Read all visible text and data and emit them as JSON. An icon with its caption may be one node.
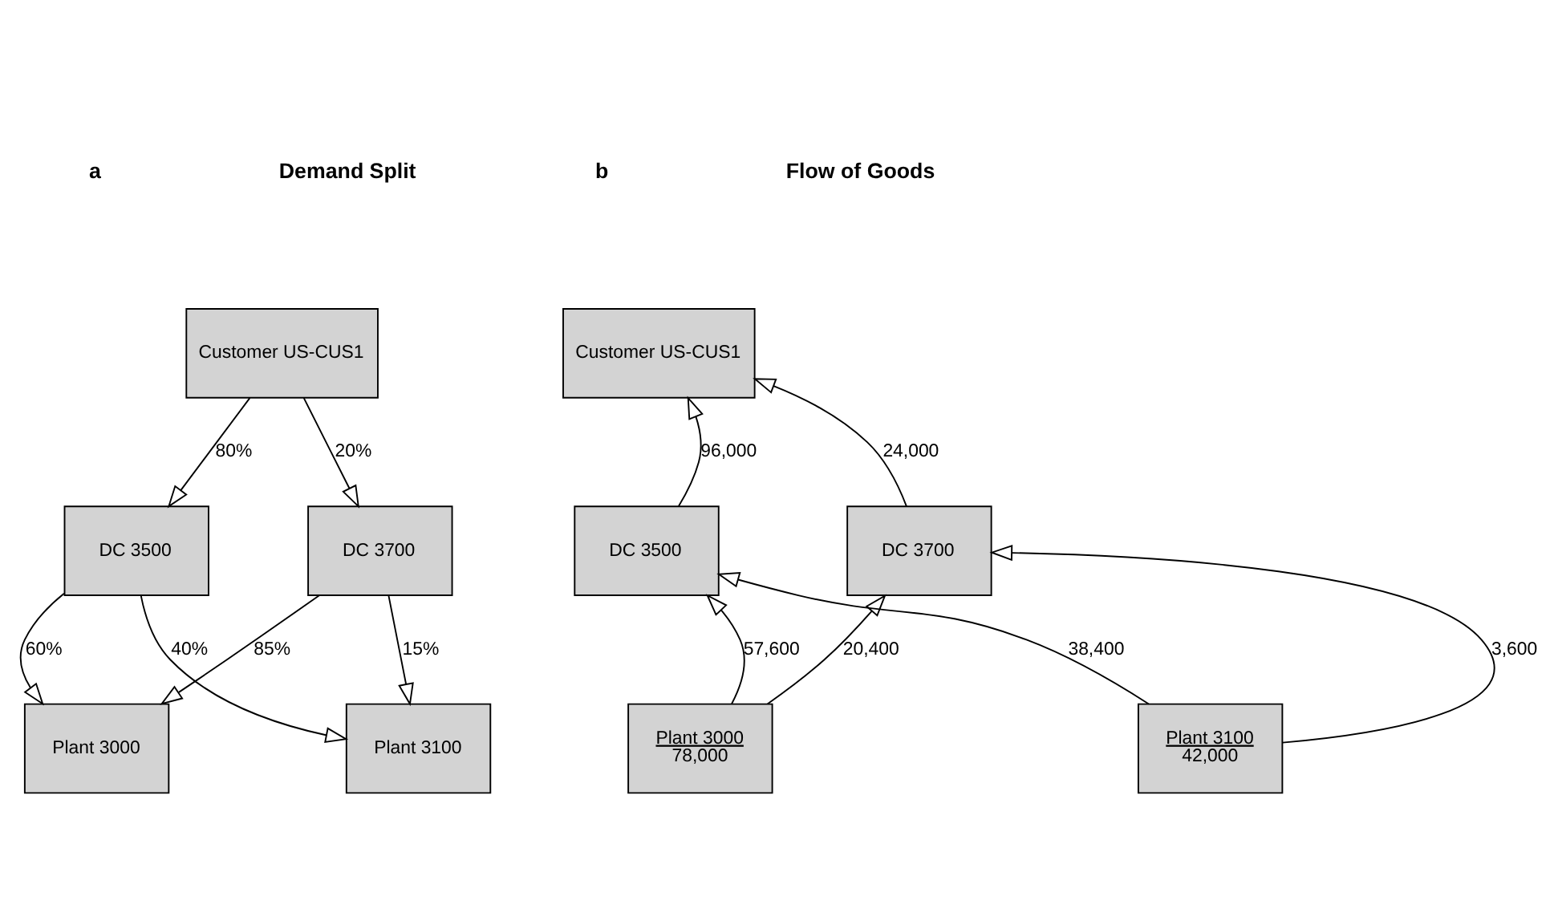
{
  "diagram": {
    "nodes": [
      {
        "text": [
          "Customer US-CUS1"
        ]
      },
      {
        "text": [
          "DC 3500"
        ]
      },
      {
        "text": [
          "DC 3700"
        ]
      },
      {
        "text": [
          "Plant 3000"
        ]
      },
      {
        "text": [
          "Plant 3100"
        ]
      },
      {
        "text": [
          "Customer US-CUS1"
        ]
      },
      {
        "text": [
          "DC 3500"
        ]
      },
      {
        "text": [
          "DC 3700"
        ]
      },
      {
        "text": [
          "Plant 3000",
          "78,000"
        ]
      },
      {
        "text": [
          "Plant 3100",
          "42,000"
        ]
      }
    ],
    "edges": [
      {
        "from": 0,
        "to": 1,
        "arrow": "to",
        "label": "80%"
      },
      {
        "from": 0,
        "to": 2,
        "arrow": "to",
        "label": "20%"
      },
      {
        "from": 1,
        "to": 3,
        "arrow": "to",
        "label": "60%"
      },
      {
        "from": 1,
        "to": 4,
        "arrow": "to",
        "label": "40%"
      },
      {
        "from": 2,
        "to": 3,
        "arrow": "to",
        "label": "85%"
      },
      {
        "from": 2,
        "to": 4,
        "arrow": "to",
        "label": "15%"
      },
      {
        "from": 6,
        "to": 5,
        "arrow": "to",
        "label": "96,000"
      },
      {
        "from": 7,
        "to": 5,
        "arrow": "to",
        "label": "24,000"
      },
      {
        "from": 8,
        "to": 6,
        "arrow": "to",
        "label": "57,600"
      },
      {
        "from": 9,
        "to": 6,
        "arrow": "to",
        "label": "38,400"
      },
      {
        "from": 8,
        "to": 7,
        "arrow": "to",
        "label": "20,400"
      },
      {
        "from": 9,
        "to": 7,
        "arrow": "to",
        "label": "3,600"
      }
    ],
    "labels": [
      "a",
      "Demand Split",
      "b",
      "Flow of Goods"
    ]
  }
}
